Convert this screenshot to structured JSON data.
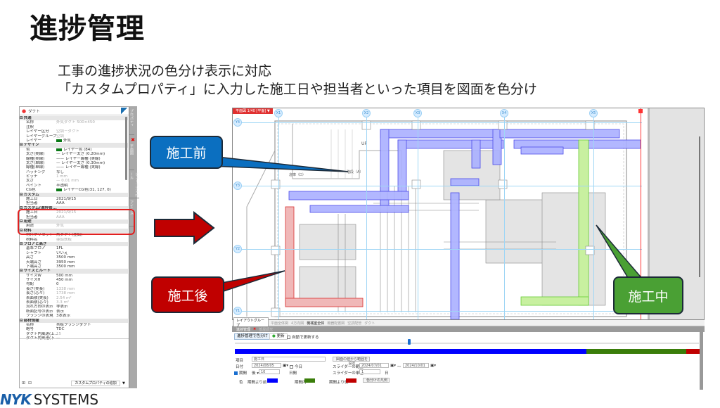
{
  "header": {
    "title": "進捗管理",
    "subtitle_1": "工事の進捗状況の色分け表示に対応",
    "subtitle_2": "「カスタムプロパティ」に入力した施工日や担当者といった項目を図面を色分け"
  },
  "property_panel": {
    "object_type": "ダクト",
    "side_tabs": [
      "プロパティ",
      "平面図",
      "ビューコントロール",
      "アイテム"
    ],
    "rows": [
      {
        "type": "cat",
        "label": "共通"
      },
      {
        "key": "名称",
        "value": "外気ダクト 500×450",
        "dim": true
      },
      {
        "key": "注釈",
        "value": ""
      },
      {
        "key": "レイヤー区分",
        "value": "空調－ダクト",
        "dim": true
      },
      {
        "key": "レイヤーグループ",
        "value": "空調",
        "dim": true
      },
      {
        "key": "レイヤー",
        "value": "外気",
        "swatch": "#0a7a16"
      },
      {
        "type": "cat",
        "label": "デザイン"
      },
      {
        "key": "色",
        "value": "レイヤー色 (84)",
        "swatch": "#0a7a16"
      },
      {
        "key": "太さ(実線)",
        "value": "— レイヤー太さ (0.20mm)"
      },
      {
        "key": "線種(実線)",
        "value": "—— レイヤー線種 (実線)"
      },
      {
        "key": "太さ(単線)",
        "value": "— レイヤー太さ (0.30mm)"
      },
      {
        "key": "線種(単線)",
        "value": "—— レイヤー線種 (実線)"
      },
      {
        "key": "ハッチング",
        "value": "なし"
      },
      {
        "key": "ピッチ",
        "value": "1 mm",
        "dim": true
      },
      {
        "key": "太さ",
        "value": "— 0.01 mm",
        "dim": true
      },
      {
        "key": "ペイント",
        "value": "半透明"
      },
      {
        "key": "CG色",
        "value": "レイヤーCG色(31, 127, 0)",
        "swatch": "#0a7a16"
      },
      {
        "type": "cat",
        "label": "カスタム"
      },
      {
        "key": "施工日",
        "value": "2021/9/15"
      },
      {
        "key": "担当者",
        "value": "AAA"
      },
      {
        "type": "cat",
        "label": "カスタム(進捗管..."
      },
      {
        "key": "施工日",
        "value": "2021/9/15",
        "dim": true
      },
      {
        "key": "担当者",
        "value": "AAA",
        "dim": true
      },
      {
        "type": "cat",
        "label": "用途"
      },
      {
        "key": "用途",
        "value": "外気",
        "dim": true
      },
      {
        "type": "cat",
        "label": "材料"
      },
      {
        "key": "材料プリセット",
        "value": "角ダクト(亜鉛)"
      },
      {
        "key": "材料名",
        "value": "亜鉛鉄板",
        "dim": true
      },
      {
        "type": "cat",
        "label": "フロアと高さ"
      },
      {
        "key": "基準フロア",
        "value": "1FL"
      },
      {
        "key": "シャフト",
        "value": "いいえ"
      },
      {
        "key": "高さ",
        "value": "3500 mm"
      },
      {
        "key": "天端高さ",
        "value": "3950 mm"
      },
      {
        "key": "下端高さ",
        "value": "3500 mm"
      },
      {
        "type": "cat",
        "label": "サイズとルート"
      },
      {
        "key": "サイズW",
        "value": "500 mm"
      },
      {
        "key": "サイズH",
        "value": "450 mm"
      },
      {
        "key": "勾配",
        "value": "0"
      },
      {
        "key": "長さ(実長)",
        "value": "1338 mm",
        "dim": true
      },
      {
        "key": "長さ(芯々)",
        "value": "1738 mm",
        "dim": true
      },
      {
        "key": "表面積(実長)",
        "value": "2.54 m²",
        "dim": true
      },
      {
        "key": "表面積(芯々)",
        "value": "3.3 m²",
        "dim": true
      },
      {
        "key": "流れ方向の表示",
        "value": "非表示"
      },
      {
        "key": "断面記号の表示",
        "value": "表示"
      },
      {
        "key": "フランジの表現",
        "value": "3本表示"
      },
      {
        "type": "cat",
        "label": "部材情報"
      },
      {
        "key": "名称",
        "value": "共板フランジダクト"
      },
      {
        "key": "略号",
        "value": "TDC"
      },
      {
        "key": "ダクト内風速(上...",
        "value": "15",
        "dim": true
      },
      {
        "key": "ダクト内風速(下...",
        "value": "—",
        "dim": true
      }
    ],
    "add_custom_property": "カスタムプロパティの追加"
  },
  "callouts": {
    "before": "施工前",
    "after": "施工後",
    "in_progress": "施工中"
  },
  "cad_view": {
    "view_tag": "平面図 1/40 [平面]",
    "grid_x": [
      "X1",
      "X2",
      "X3",
      "X4",
      "X5"
    ],
    "grid_y": [
      "Y4",
      "Y3",
      "Y2",
      "Y1"
    ],
    "labels": {
      "up": "UP",
      "stair": "階段（A）",
      "storage": "倉庫（D）"
    }
  },
  "layout_bar": {
    "group": "レイアウトグループ",
    "tabs": [
      {
        "label": "平面全体図",
        "active": false
      },
      {
        "label": "4方向図",
        "active": false
      },
      {
        "label": "機械室全体",
        "active": true
      },
      {
        "label": "機器配置図",
        "active": false
      },
      {
        "label": "空調配管",
        "active": false
      },
      {
        "label": "ダクト",
        "active": false
      }
    ]
  },
  "progress_panel": {
    "tabs": [
      {
        "label": "進捗管理",
        "active": true
      },
      {
        "label": "部屋調光",
        "active": false
      }
    ],
    "color_button": "進捗管理で色分け",
    "refresh": "更新",
    "auto_update": "自動で更新する",
    "bar": {
      "blue_pct": 75.5,
      "green_pct": 21.5,
      "red_pct": 3
    },
    "item_label": "項目",
    "item_value": "施工日",
    "set_range_button": "図面の値から範囲を設定",
    "date_label": "日付",
    "date_value": "2024/08/05",
    "today_label": "今日",
    "slider_range_label": "スライダーの範囲",
    "range_from": "2024/07/01",
    "range_sep": "～",
    "range_to": "2024/10/01",
    "period_label": "期間",
    "period_dir": "後",
    "period_value": "10",
    "period_unit": "日間",
    "slider_unit_label": "スライダーの単位",
    "slider_unit_value": "1",
    "slider_unit_suffix": "日",
    "color_label": "色",
    "before_label": "期間より前",
    "during_label": "期間内",
    "after_label": "期間より後",
    "legend_button": "色分けの凡例",
    "colors": {
      "before": "#0000ff",
      "during": "#3a7d0a",
      "after": "#c00000"
    }
  },
  "logo": {
    "brand": "NYK",
    "suffix": "SYSTEMS"
  }
}
